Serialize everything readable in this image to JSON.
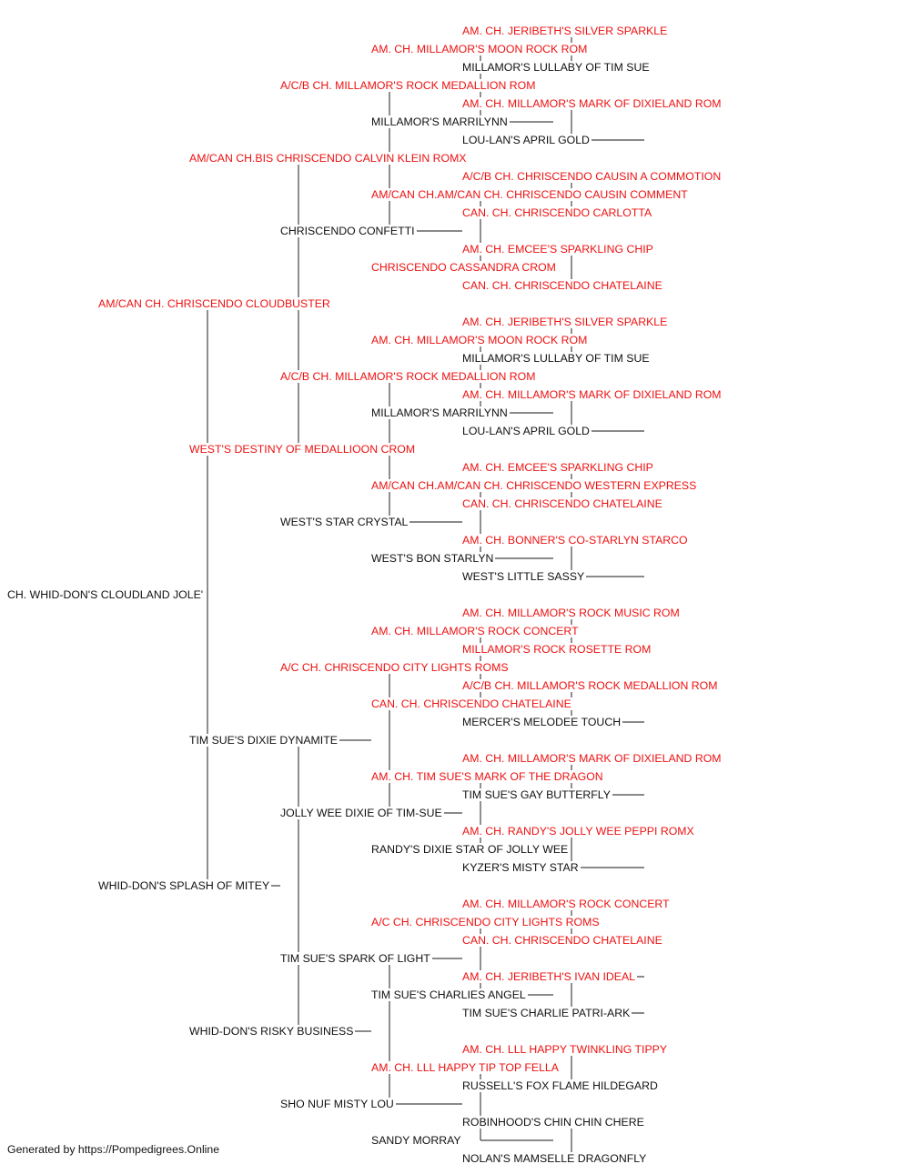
{
  "pedigree": {
    "name": "CH. WHID-DON'S CLOUDLAND JOLE'",
    "ch": false,
    "sire": {
      "name": "AM/CAN CH. CHRISCENDO CLOUDBUSTER",
      "ch": true,
      "sire": {
        "name": "AM/CAN CH.BIS CHRISCENDO CALVIN KLEIN ROMX",
        "ch": true,
        "sire": {
          "name": "A/C/B CH. MILLAMOR'S ROCK MEDALLION ROM",
          "ch": true,
          "sire": {
            "name": "AM. CH. MILLAMOR'S MOON ROCK ROM",
            "ch": true,
            "sire": {
              "name": "AM. CH. JERIBETH'S SILVER SPARKLE",
              "ch": true
            },
            "dam": {
              "name": "MILLAMOR'S LULLABY OF TIM SUE",
              "ch": false
            }
          },
          "dam": {
            "name": "MILLAMOR'S MARRILYNN",
            "ch": false,
            "sire": {
              "name": "AM. CH. MILLAMOR'S MARK OF DIXIELAND ROM",
              "ch": true
            },
            "dam": {
              "name": "LOU-LAN'S APRIL GOLD",
              "ch": false
            }
          }
        },
        "dam": {
          "name": "CHRISCENDO CONFETTI",
          "ch": false,
          "sire": {
            "name": "AM/CAN CH.AM/CAN CH. CHRISCENDO CAUSIN COMMENT",
            "ch": true,
            "sire": {
              "name": "A/C/B CH. CHRISCENDO CAUSIN A COMMOTION",
              "ch": true
            },
            "dam": {
              "name": "CAN. CH. CHRISCENDO CARLOTTA",
              "ch": true
            }
          },
          "dam": {
            "name": "CHRISCENDO CASSANDRA CROM",
            "ch": true,
            "sire": {
              "name": "AM. CH. EMCEE'S SPARKLING CHIP",
              "ch": true
            },
            "dam": {
              "name": "CAN. CH. CHRISCENDO CHATELAINE",
              "ch": true
            }
          }
        }
      },
      "dam": {
        "name": "WEST'S DESTINY OF MEDALLIOON CROM",
        "ch": true,
        "sire": {
          "name": "A/C/B CH. MILLAMOR'S ROCK MEDALLION ROM",
          "ch": true,
          "sire": {
            "name": "AM. CH. MILLAMOR'S MOON ROCK ROM",
            "ch": true,
            "sire": {
              "name": "AM. CH. JERIBETH'S SILVER SPARKLE",
              "ch": true
            },
            "dam": {
              "name": "MILLAMOR'S LULLABY OF TIM SUE",
              "ch": false
            }
          },
          "dam": {
            "name": "MILLAMOR'S MARRILYNN",
            "ch": false,
            "sire": {
              "name": "AM. CH. MILLAMOR'S MARK OF DIXIELAND ROM",
              "ch": true
            },
            "dam": {
              "name": "LOU-LAN'S APRIL GOLD",
              "ch": false
            }
          }
        },
        "dam": {
          "name": "WEST'S STAR CRYSTAL",
          "ch": false,
          "sire": {
            "name": "AM/CAN CH.AM/CAN CH. CHRISCENDO WESTERN EXPRESS",
            "ch": true,
            "sire": {
              "name": "AM. CH. EMCEE'S SPARKLING CHIP",
              "ch": true
            },
            "dam": {
              "name": "CAN. CH. CHRISCENDO CHATELAINE",
              "ch": true
            }
          },
          "dam": {
            "name": "WEST'S BON STARLYN",
            "ch": false,
            "sire": {
              "name": "AM. CH. BONNER'S CO-STARLYN STARCO",
              "ch": true
            },
            "dam": {
              "name": "WEST'S LITTLE SASSY",
              "ch": false
            }
          }
        }
      }
    },
    "dam": {
      "name": "WHID-DON'S SPLASH OF MITEY",
      "ch": false,
      "sire": {
        "name": "TIM SUE'S DIXIE DYNAMITE",
        "ch": false,
        "sire": {
          "name": "A/C CH. CHRISCENDO CITY LIGHTS ROMS",
          "ch": true,
          "sire": {
            "name": "AM. CH. MILLAMOR'S ROCK CONCERT",
            "ch": true,
            "sire": {
              "name": "AM. CH. MILLAMOR'S ROCK MUSIC ROM",
              "ch": true
            },
            "dam": {
              "name": "MILLAMOR'S ROCK ROSETTE ROM",
              "ch": true
            }
          },
          "dam": {
            "name": "CAN. CH. CHRISCENDO CHATELAINE",
            "ch": true,
            "sire": {
              "name": "A/C/B CH. MILLAMOR'S ROCK MEDALLION ROM",
              "ch": true
            },
            "dam": {
              "name": "MERCER'S MELODEE TOUCH",
              "ch": false
            }
          }
        },
        "dam": {
          "name": "JOLLY WEE DIXIE OF TIM-SUE",
          "ch": false,
          "sire": {
            "name": "AM. CH. TIM SUE'S MARK OF THE DRAGON",
            "ch": true,
            "sire": {
              "name": "AM. CH. MILLAMOR'S MARK OF DIXIELAND ROM",
              "ch": true
            },
            "dam": {
              "name": "TIM SUE'S GAY BUTTERFLY",
              "ch": false
            }
          },
          "dam": {
            "name": "RANDY'S DIXIE STAR OF JOLLY WEE",
            "ch": false,
            "sire": {
              "name": "AM. CH. RANDY'S JOLLY WEE PEPPI ROMX",
              "ch": true
            },
            "dam": {
              "name": "KYZER'S MISTY STAR",
              "ch": false
            }
          }
        }
      },
      "dam": {
        "name": "WHID-DON'S RISKY BUSINESS",
        "ch": false,
        "sire": {
          "name": "TIM SUE'S SPARK OF LIGHT",
          "ch": false,
          "sire": {
            "name": "A/C CH. CHRISCENDO CITY LIGHTS ROMS",
            "ch": true,
            "sire": {
              "name": "AM. CH. MILLAMOR'S ROCK CONCERT",
              "ch": true
            },
            "dam": {
              "name": "CAN. CH. CHRISCENDO CHATELAINE",
              "ch": true
            }
          },
          "dam": {
            "name": "TIM SUE'S CHARLIES ANGEL",
            "ch": false,
            "sire": {
              "name": "AM. CH. JERIBETH'S IVAN IDEAL",
              "ch": true
            },
            "dam": {
              "name": "TIM SUE'S CHARLIE PATRI-ARK",
              "ch": false
            }
          }
        },
        "dam": {
          "name": "SHO NUF MISTY LOU",
          "ch": false,
          "sire": {
            "name": "AM. CH. LLL HAPPY TIP TOP FELLA",
            "ch": true,
            "sire": {
              "name": "AM. CH. LLL HAPPY TWINKLING TIPPY",
              "ch": true
            },
            "dam": {
              "name": "RUSSELL'S FOX FLAME HILDEGARD",
              "ch": false
            }
          },
          "dam": {
            "name": "SANDY MORRAY",
            "ch": false,
            "sire": {
              "name": "ROBINHOOD'S CHIN CHIN CHERE",
              "ch": false
            },
            "dam": {
              "name": "NOLAN'S MAMSELLE DRAGONFLY",
              "ch": false
            }
          }
        }
      }
    }
  },
  "footer": {
    "text": "Generated by https://Pompedigrees.Online"
  },
  "colors": {
    "champion": "#ee1111",
    "normal": "#111111",
    "line": "#444444",
    "background": "#ffffff"
  }
}
